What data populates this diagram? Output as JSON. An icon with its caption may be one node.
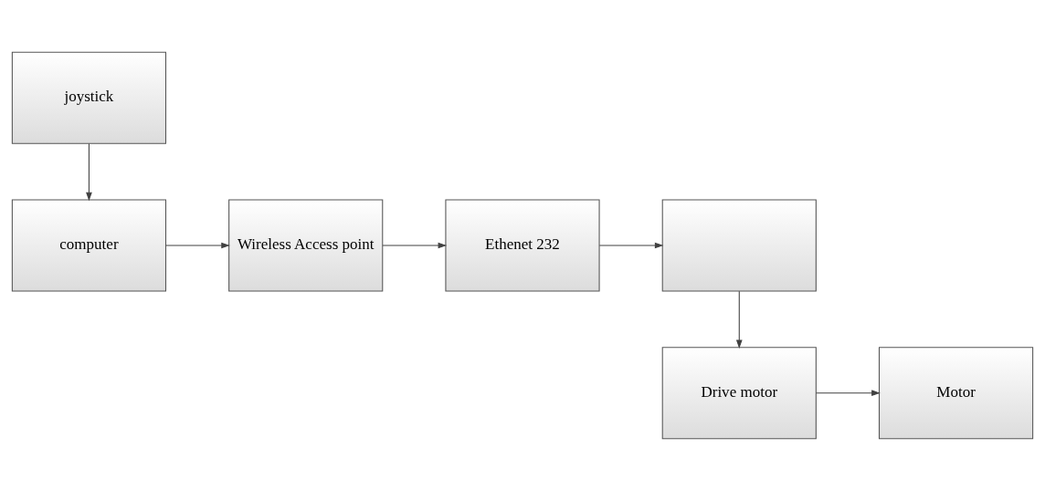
{
  "diagram": {
    "nodes": [
      {
        "text": [
          "joystick"
        ]
      },
      {
        "text": [
          "computer"
        ]
      },
      {
        "text": [
          "Wireless Access point"
        ]
      },
      {
        "text": [
          "Ethenet 232"
        ]
      },
      {
        "text": [],
        "shape": "box"
      },
      {
        "text": [
          "Drive motor"
        ]
      },
      {
        "text": [
          "Motor"
        ]
      }
    ],
    "edges": [
      {
        "from": 0,
        "to": 1,
        "arrow": "to"
      },
      {
        "from": 1,
        "to": 2,
        "arrow": "to"
      },
      {
        "from": 2,
        "to": 3,
        "arrow": "to"
      },
      {
        "from": 3,
        "to": 4,
        "arrow": "to"
      },
      {
        "from": 4,
        "to": 5,
        "arrow": "to"
      },
      {
        "from": 5,
        "to": 6,
        "arrow": "to"
      }
    ]
  }
}
